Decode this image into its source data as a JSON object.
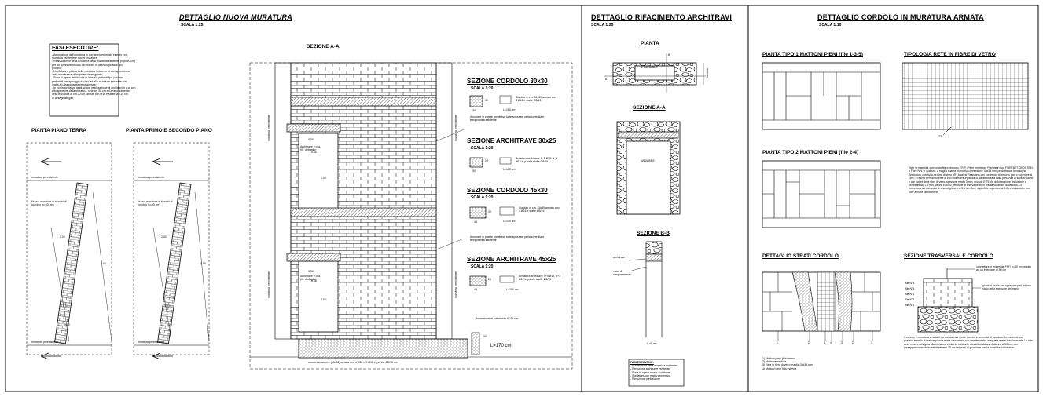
{
  "panels": {
    "left": {
      "title": "DETTAGLIO NUOVA MURATURA",
      "scale": "SCALA 1:25",
      "phases": {
        "title": "FASI ESECUTIVE:",
        "lines": [
          "- Apposizione dell'armatura in corrispondenza dell'innesto con",
          "  muratura esistente e nuove murature;",
          "- Realizzazione della ricucitura della muratura esistente (ogni 50 cm)",
          "  per un spessore forzato dei blocchi in laterizio portanti tipo",
          "  poroton;",
          "- Livellatura e pulizia della muratura esistente in corrispondenza",
          "  della ricucitura e della pareti danneggiate;",
          "- Posa in opera dei blocchi in laterizio portanti tipo poroton",
          "  preferibili per appoggio tra loro ed alla muratura esistente con",
          "  malta ad alta capacità prestazionale;",
          "- In corrispondenza degli spigoli realizzazione di architravi in c.a. con",
          "  alto spessore della muratura, sezione 30 cm ed ammorsamento",
          "  della muratura di cm 20 cm, armati con Ø16 e staffe Ø8/15 cm",
          "  di dettagli allegati."
        ]
      },
      "plan_ground": {
        "title": "PIANTA PIANO TERRA",
        "existing_top": "muratura preesistente",
        "new_wall": "Nuova muratura in blocchi di poroton (s=30 cm)",
        "existing_bottom": "muratura preesistente",
        "dim_a": "2.00",
        "dim_b": "4.00",
        "dim_c": "0.50",
        "dim_d": "0.20"
      },
      "plan_upper": {
        "title": "PIANTA PRIMO E SECONDO PIANO",
        "existing_top": "muratura preesistente",
        "new_wall": "Nuova muratura in blocchi di poroton (s=30 cm)",
        "existing_bottom": "muratura preesistente",
        "dim_a": "2.00",
        "dim_b": "4.00",
        "dim_c": "0.50",
        "dim_d": "0.20"
      },
      "section_aa": {
        "title": "SEZIONE A-A",
        "side_label_1": "muratura preesistente",
        "side_label_2": "muratura preesistente",
        "side_label_3": "muratura preesistente",
        "side_label_4": "muratura preesistente",
        "dim_1": "0.30",
        "dim_2": "0.50",
        "dim_3": "2.00",
        "dim_4": "0.30",
        "dim_5": "0.50",
        "dim_6": "2.00",
        "arch_note_1": "Architrave in c.a. (rif. dettaglio)",
        "arch_note_2": "Architrave in c.a. (rif. dettaglio)",
        "foundation_note": "nuova fondazione (50x30) armata con 4 Ø16 e 2 Ø16 in parete Ø8/15 cm",
        "foundation_label": "fondazione di sottofondo h=20 cm",
        "foundation_dim": "L=170 cm",
        "foundation_h": "30"
      },
      "details": [
        {
          "title": "SEZIONE CORDOLO 30x30",
          "scale": "SCALA 1:20",
          "spec": "Cordolo in c.a. 30x30 armato con 4 Ø16 e staffe Ø8/15",
          "w": "30",
          "h": "30",
          "len": "L=150 cm",
          "note": ""
        },
        {
          "title": "SEZIONE ARCHITRAVE 30x25",
          "scale": "SCALA 1:20",
          "spec": "Armatura architrave 3+3 Ø12, 1+1 Ø12 in parete staffe Ø8/15",
          "w": "30",
          "h": "25",
          "len": "L=150 cm",
          "note": "Ancorare in parete architrave tutte spezzare perla controllare temporanea esistente"
        },
        {
          "title": "SEZIONE CORDOLO 45x30",
          "scale": "SCALA 1:20",
          "spec": "Cordolo in c.a. 45x30 armato con 4 Ø16 e staffe Ø8/15",
          "w": "45",
          "h": "30",
          "len": "L=140 cm",
          "note": ""
        },
        {
          "title": "SEZIONE ARCHITRAVE 45x25",
          "scale": "SCALA 1:20",
          "spec": "Armatura architrave 4+4 Ø12, 1+1 Ø12 in parete staffe Ø8/15",
          "w": "45",
          "h": "25",
          "len": "L=150 cm",
          "note": "Ancorare in parete architrave tutte spezzare perla controllare temporanea esistente"
        }
      ]
    },
    "middle": {
      "title": "DETTAGLIO RIFACIMENTO ARCHITRAVI",
      "scale": "SCALA 1:25",
      "plan": {
        "title": "PIANTA",
        "variable": "L VARIABILE",
        "cut_a": "A",
        "cut_b": "B",
        "thickness": "Variabile"
      },
      "section_aa": {
        "title": "SEZIONE A-A",
        "variable": "VARIABILE"
      },
      "section_bb": {
        "title": "SEZIONE B-B",
        "label_1": "architrave",
        "label_2": "muro di tamponamento",
        "dim": "0.40 cm"
      },
      "phases": {
        "title": "FASI ESECUTIVE:",
        "lines": [
          "- Puntellatura della muratura esistente",
          "- Rimozione architrave esistente",
          "- Posa in opera nuovo architrave",
          "- Sigillatura con malta cementizia",
          "- Rimozione puntellature"
        ]
      }
    },
    "right": {
      "title": "DETTAGLIO CORDOLO IN MURATURA ARMATA",
      "scale": "SCALA 1:10",
      "plan_1": {
        "title": "PIANTA TIPO 1 MATTONI PIENI (file 1-3-5)"
      },
      "mesh": {
        "title": "TIPOLOGIA RETE IN FIBRE DI VETRO",
        "dim": "33"
      },
      "plan_2": {
        "title": "PIANTA TIPO 2 MATTONI PIENI (file 2-4)"
      },
      "mesh_note": "Rete in materiale composito fibrorinforzato F.R.P. (Fiber reinforced Polymers) tipo FIBRENET-GEOSTEEL o Fibre Net, in cuciture, a maglia quadra monolitica dimensione 33x33 mm, prodotta con tecnologia Textrusion, costituita da fibre di vetro AR (Alcaline Resistant) con contenuto di zirconio pari o superiore al 16%, e resina termoindurente di tipo vinilestere-epossidico, caratterizzata dalla presenza di sabbia silicea e con valore delle fibre di vetro, spessore medio 3 mm, modulo E 75 kN, deformazione (inclusione e permeabilità) 1.5 mm, valore E/5000, tensione di snervamento in media superiore ai valori di 2.5 ricopertura ad uno tratto di una lunghezza di 3.5 cm. 8m - superficie superiore ai 1.5 m, collaborare con tutte armate simmetriche.",
      "layers": {
        "title": "DETTAGLIO STRATI CORDOLO",
        "markers": [
          "1",
          "2",
          "3",
          "4",
          "3",
          "2",
          "1"
        ],
        "legend": [
          "1) Mattoni pieni (fila interna",
          "2) Malta cementizia",
          "3) Rete in fibra di vetro maglia 33x33 mm",
          "4) Mattoni pieni (fila esterna"
        ]
      },
      "cross": {
        "title": "SEZIONE TRASVERSALE CORDOLO",
        "rows": [
          "file N°5",
          "file N°4",
          "file N°3",
          "file N°2",
          "file N°1"
        ],
        "label_top": "connettore in materiale FRP, h=50 cm posato ad un interasse di 50 cm",
        "label_mid": "giunti di malta con spessore pari ad uno stato dello spessore del muro",
        "note": "Il cordolo in muratura armata è da considerare come cordolo in sommità di muratura preesistente con posizionamento di mattoni pieni e malta cementizia con caratteristiche adeguate e rete fibrorinforzata. La rete deve essere collegata alla muratura esistente mediante connettori ad una distanza di 50 cm, con sovrapposizione della rete di almeno 15 cm nei punti di giunzione con la muratura sottostante."
      }
    }
  }
}
